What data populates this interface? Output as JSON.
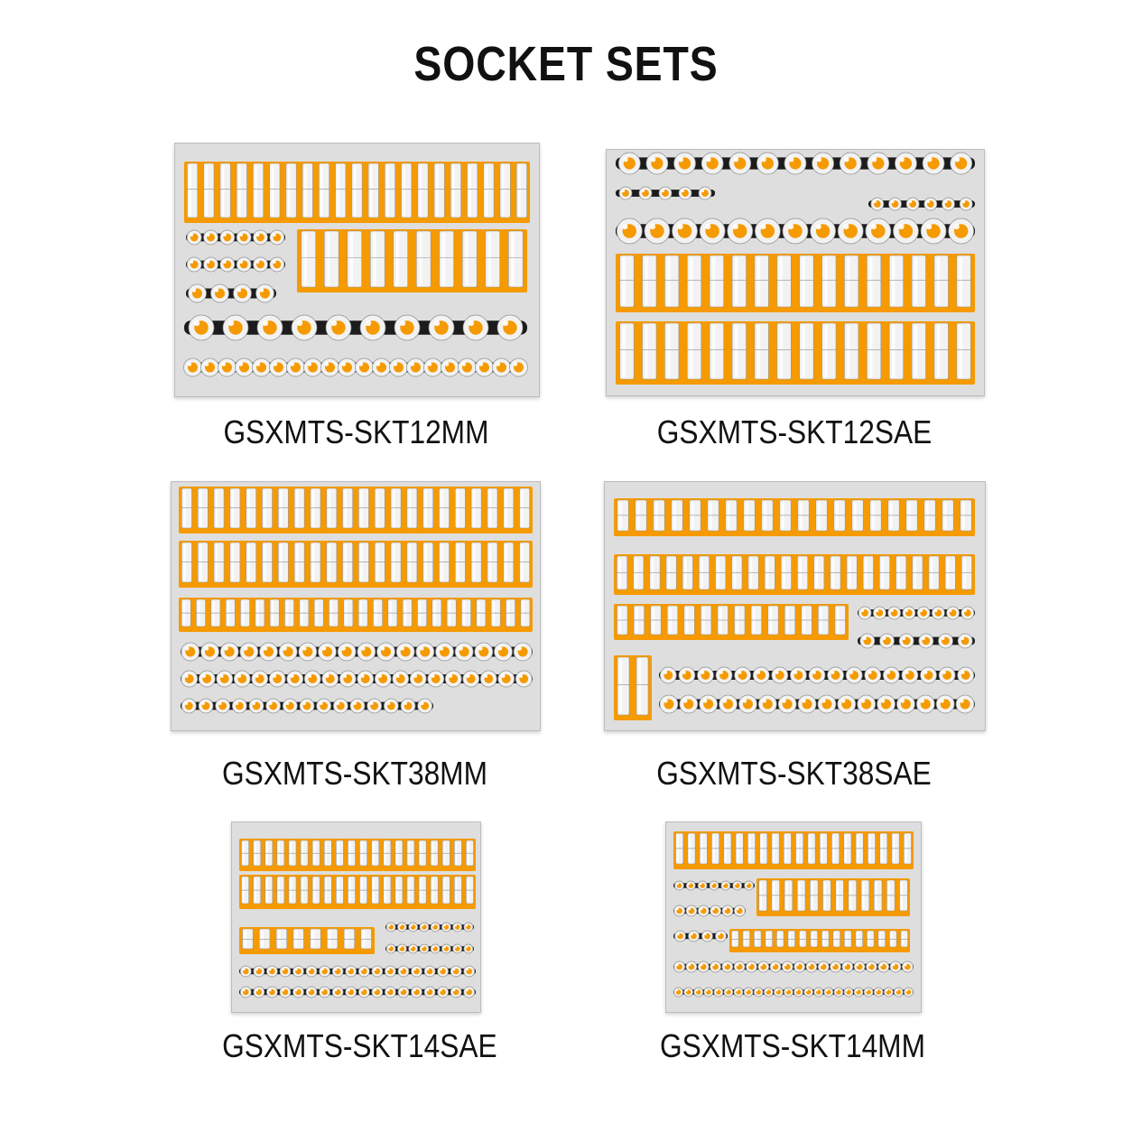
{
  "title": "SOCKET SETS",
  "colors": {
    "accent": "#f59a00",
    "foam": "#1c1c1c",
    "tray": "#dcdcdc",
    "chrome": "#f2f2f2"
  },
  "products": [
    {
      "model": "GSXMTS-SKT12MM"
    },
    {
      "model": "GSXMTS-SKT12SAE"
    },
    {
      "model": "GSXMTS-SKT38MM"
    },
    {
      "model": "GSXMTS-SKT38SAE"
    },
    {
      "model": "GSXMTS-SKT14SAE"
    },
    {
      "model": "GSXMTS-SKT14MM"
    }
  ]
}
